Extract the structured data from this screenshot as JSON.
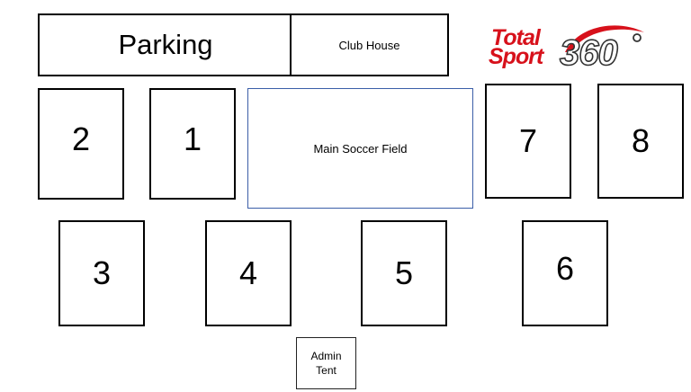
{
  "parking": {
    "label": "Parking"
  },
  "club_house": {
    "label": "Club House"
  },
  "main_field": {
    "label": "Main Soccer Field"
  },
  "admin_tent": {
    "label": "Admin\nTent"
  },
  "fields": {
    "f1": "1",
    "f2": "2",
    "f3": "3",
    "f4": "4",
    "f5": "5",
    "f6": "6",
    "f7": "7",
    "f8": "8"
  },
  "logo": {
    "line1": "Total",
    "line2": "Sport",
    "number": "360",
    "brand_color": "#d7111b"
  }
}
